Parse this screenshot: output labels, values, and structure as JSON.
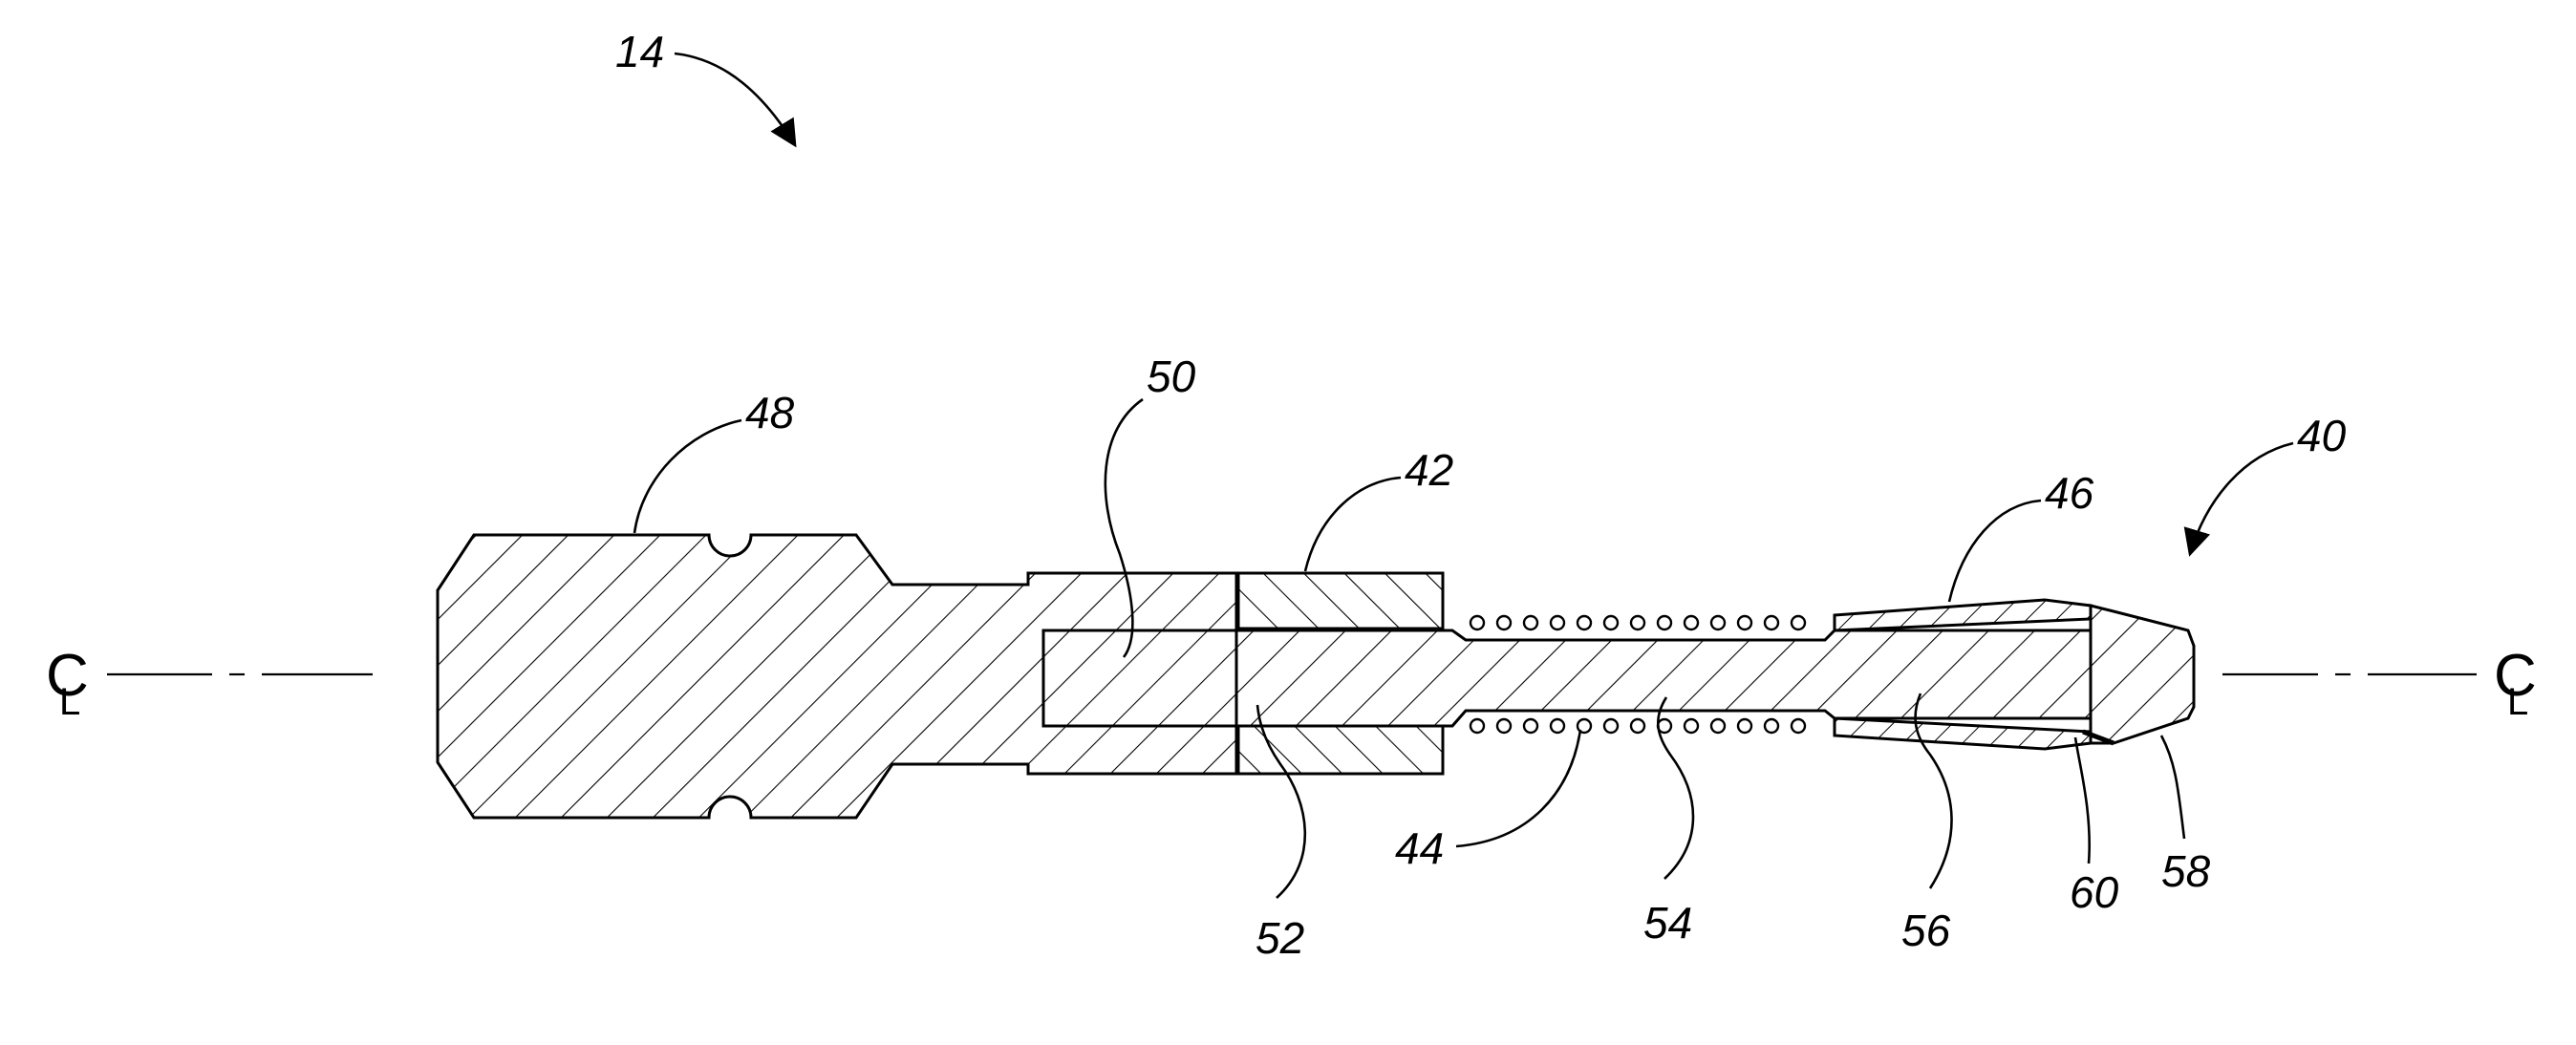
{
  "figure": {
    "centerline_left": "C",
    "centerline_left_sub": "L",
    "centerline_right": "C",
    "centerline_right_sub": "L"
  },
  "labels": {
    "r14": "14",
    "r40": "40",
    "r42": "42",
    "r44": "44",
    "r46": "46",
    "r48": "48",
    "r50": "50",
    "r52": "52",
    "r54": "54",
    "r56": "56",
    "r58": "58",
    "r60": "60"
  }
}
